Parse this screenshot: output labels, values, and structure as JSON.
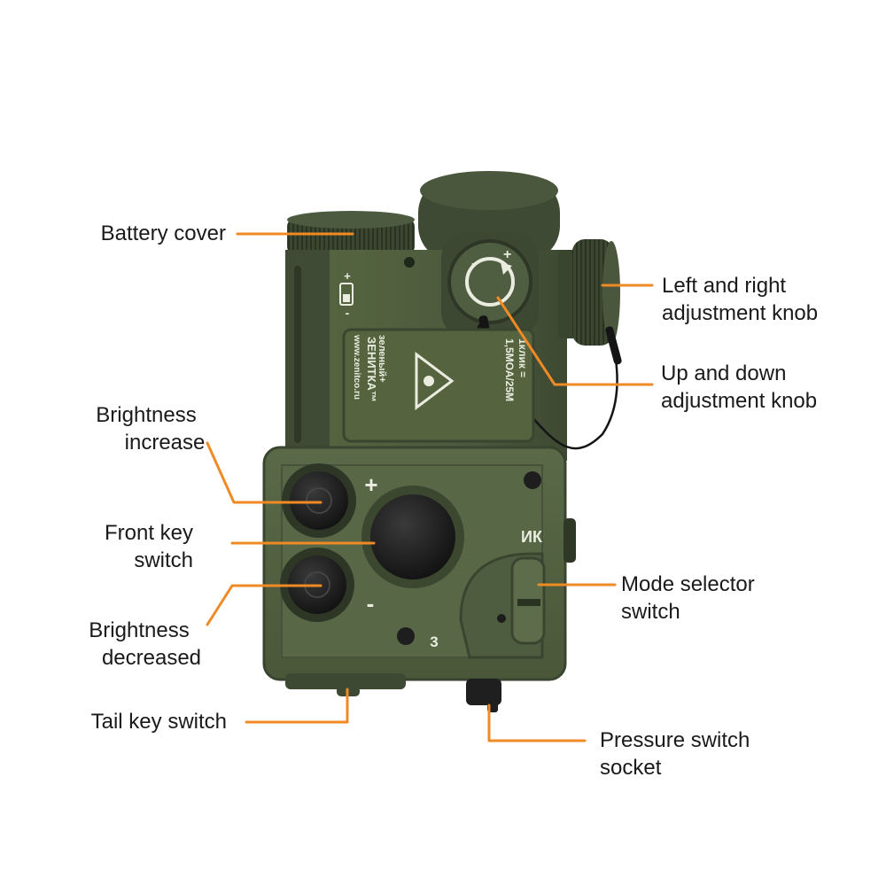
{
  "labels": {
    "battery_cover": "Battery cover",
    "left_right_knob": [
      "Left and right",
      "adjustment knob"
    ],
    "up_down_knob": [
      "Up and down",
      "adjustment knob"
    ],
    "brightness_increase": [
      "Brightness",
      "increase"
    ],
    "front_key_switch": [
      "Front key",
      "switch"
    ],
    "brightness_decreased": [
      "Brightness",
      "decreased"
    ],
    "mode_selector_switch": [
      "Mode selector",
      "switch"
    ],
    "tail_key_switch": "Tail key switch",
    "pressure_switch_socket": [
      "Pressure switch",
      "socket"
    ]
  },
  "device_markings": {
    "brand": "ЗЕНИТКА™",
    "website": "www.zenitco.ru",
    "laser_color": "зеленый+",
    "click_line1": "1клик =",
    "click_line2": "1,5МОА/25М",
    "plus": "+",
    "minus": "-",
    "ir_mark": "ИК",
    "mode_number": "3",
    "battery_plus": "+",
    "battery_minus": "-"
  },
  "colors": {
    "leader_line": "#f08a24",
    "body_green": "#4c5a40",
    "body_dark": "#333d2b",
    "button_black": "#1c1c1c",
    "label_text": "#1a1a1a"
  }
}
